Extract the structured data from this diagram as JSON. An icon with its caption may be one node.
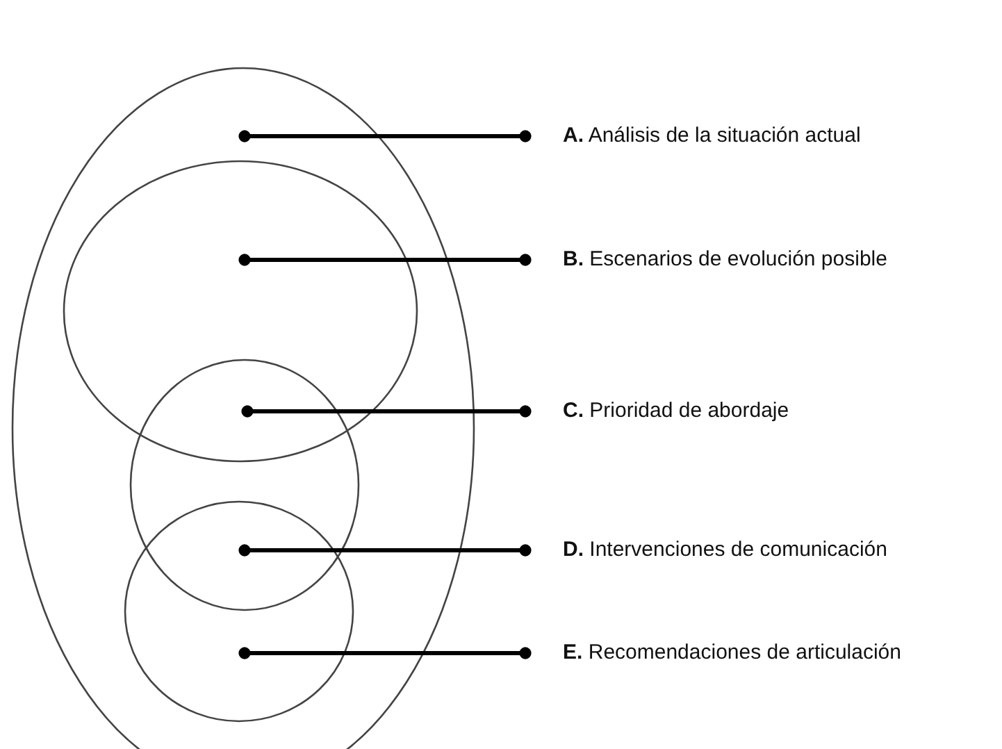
{
  "diagram": {
    "nodes": [
      {
        "text": [],
        "shape": "ellipse"
      },
      {
        "text": [],
        "shape": "ellipse",
        "in": 0
      },
      {
        "text": [],
        "shape": "ellipse",
        "in": 0
      },
      {
        "text": [],
        "shape": "ellipse",
        "in": 0
      },
      {
        "text": [
          "**A.** Análisis de la situación actual"
        ]
      },
      {
        "text": [
          "**B.** Escenarios de evolución posible"
        ]
      },
      {
        "text": [
          "**C.** Prioridad de abordaje"
        ]
      },
      {
        "text": [
          "**D.** Intervenciones de comunicación"
        ]
      },
      {
        "text": [
          "**E.** Recomendaciones de articulación"
        ]
      }
    ],
    "edges": [
      {
        "from": 4,
        "to": 0,
        "arrow": "other"
      },
      {
        "from": 5,
        "to": 1,
        "arrow": "other"
      },
      {
        "from": 6,
        "to": 2,
        "arrow": "other"
      },
      {
        "from": 7,
        "to": 3,
        "arrow": "other"
      },
      {
        "from": 8,
        "to": 3,
        "arrow": "other"
      }
    ]
  }
}
